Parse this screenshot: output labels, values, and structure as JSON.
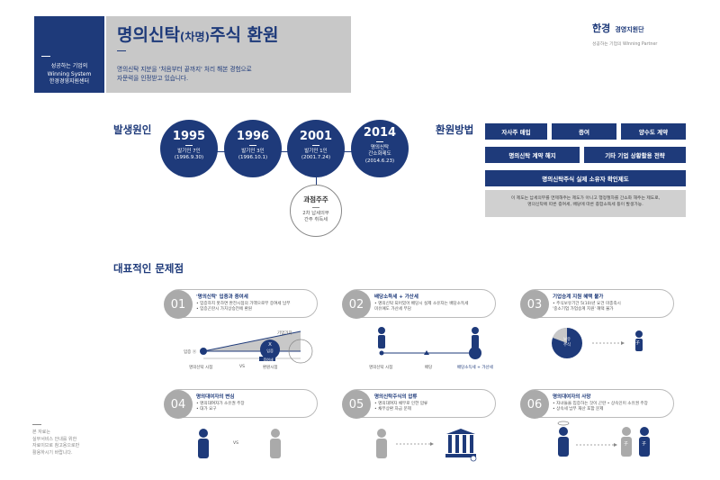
{
  "header": {
    "left_box": [
      "성공하는 기업의",
      "Winning System",
      "한경경영지원센터"
    ],
    "title_main": "명의신탁",
    "title_paren": "(차명)",
    "title_rest": "주식 환원",
    "subtitle": [
      "명의신탁 지분을 '처음부터 끝까지' 처리 해본 경험으로",
      "자문력을 인정받고 있습니다."
    ],
    "brand_logo": "한경",
    "brand_name": "경영지원단",
    "brand_sub": "성공하는 기업의 Winning Partner"
  },
  "causes": {
    "title": "발생원인",
    "circles": [
      {
        "year": "1995",
        "l1": "발기인 7인",
        "l2": "(1996.9.30)"
      },
      {
        "year": "1996",
        "l1": "발기인 3인",
        "l2": "(1996.10.1)"
      },
      {
        "year": "2001",
        "l1": "발기인 1인",
        "l2": "(2001.7.24)"
      },
      {
        "year": "2014",
        "l1": "명의신탁",
        "l2": "간소화제도",
        "l3": "(2014.6.23)"
      }
    ],
    "sub": {
      "title": "과점주주",
      "l1": "2차 납세의무",
      "l2": "간주 취득세"
    }
  },
  "methods": {
    "title": "환원방법",
    "row1": [
      "자사주 매입",
      "증여",
      "양수도 계약"
    ],
    "row2": [
      "명의신탁 계약 해지",
      "기타 기업 상황활용 전략"
    ],
    "row3": "명의신탁주식 실제 소유자 확인제도",
    "note": [
      "이 제도는 납세의무를 면제해주는 제도가 아니고 행정절차를 간소화 해주는 제도로,",
      "명의신탁에 따른 증여세, 배당에 따른 종합소득세 등이 발생가능."
    ]
  },
  "problems": {
    "title": "대표적인 문제점",
    "cards": [
      {
        "num": "01",
        "title": "'명의신탁' 입증과 증여세",
        "lines": [
          "• 입증하지 못하면 완전시점의 가액으로부 증여세 납부",
          "• 입증곤란시 가치상승전에 환원"
        ]
      },
      {
        "num": "02",
        "title": "배당소득세 + 가산세",
        "lines": [
          "• 명의신탁 되어있어 배당시 실제 소유자는 배당소득세",
          "  미유예도 가산세 부담"
        ]
      },
      {
        "num": "03",
        "title": "기업승계 지원 혜택 불가",
        "lines": [
          "• 주식보유기간 5(10)년 요건 미충족시",
          "  '중소기업 가업승계 지원' 혜택 불가"
        ]
      },
      {
        "num": "04",
        "title": "명의대여자의 변심",
        "lines": [
          "• 명의대여자가 소유권 주장",
          "• 대가 요구"
        ]
      },
      {
        "num": "05",
        "title": "명의신탁주식의 압류",
        "lines": [
          "• 명의대여자 채무로 인한 압류",
          "• 채무상환 자금 문제"
        ]
      },
      {
        "num": "06",
        "title": "명의대여자의 사망",
        "lines": [
          "• 자녀들을 입증하는 것이 곤란   • 상속인이 소유권 주장",
          "• 상속세 납부 재산 포함 문제"
        ]
      }
    ],
    "diag1": {
      "ylabel": "입증 ⓞ",
      "x": "X",
      "xsub": "입증",
      "curve": "기업가치",
      "l1": "명의신탁 시점",
      "l2": "증여세",
      "vs": "VS",
      "l3": "환원시점"
    },
    "diag2": {
      "l1": "명의신탁 시점",
      "l2": "배당",
      "l3": "배당소득세 + 가산세"
    },
    "diag3": {
      "pie1": "보유",
      "pie2": "주식",
      "child": "子"
    },
    "diag4": {
      "vs": "VS"
    },
    "diag6": {
      "child1": "子",
      "child2": "子"
    }
  },
  "footnote": [
    "본 자료는",
    "실무서비스 안내를 위한",
    "자료이므로 참고용으로만",
    "활용하시기 바랍니다."
  ]
}
